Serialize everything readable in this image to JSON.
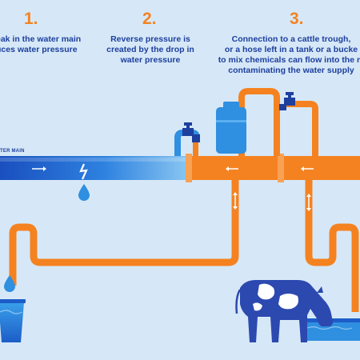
{
  "steps": [
    {
      "number": "1.",
      "lines": [
        "eak in the water main",
        "uces water pressure"
      ]
    },
    {
      "number": "2.",
      "lines": [
        "Reverse pressure is",
        "created by the drop in",
        "water pressure"
      ]
    },
    {
      "number": "3.",
      "lines": [
        "Connection to a cattle trough,",
        "or a hose left in a tank or a bucke",
        "to mix chemicals can flow into the m",
        "contaminating the water supply"
      ]
    }
  ],
  "main_label": "TER MAIN",
  "colors": {
    "background": "#d6e8f7",
    "pipe_orange": "#f58220",
    "main_blue": "#1c5dc8",
    "water_blue": "#2f8fe0",
    "text_blue": "#1d3f9e",
    "cow_blue": "#2c49b0"
  }
}
